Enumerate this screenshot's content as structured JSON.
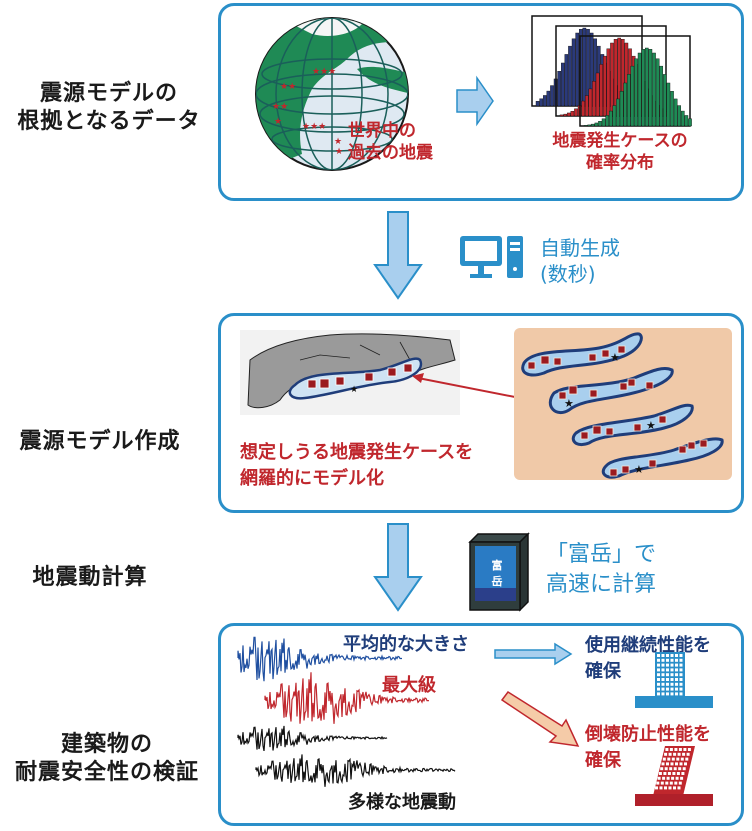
{
  "steps": [
    {
      "label_lines": [
        "震源モデルの",
        "根拠となるデータ"
      ]
    },
    {
      "label_lines": [
        "震源モデル作成"
      ]
    },
    {
      "label_lines": [
        "地震動計算"
      ]
    },
    {
      "label_lines": [
        "建築物の",
        "耐震安全性の検証"
      ]
    }
  ],
  "panel1": {
    "globe_caption": [
      "世界中の",
      "過去の地震"
    ],
    "histogram_caption": [
      "地震発生ケースの",
      "確率分布"
    ]
  },
  "transition1": {
    "icon": "computer-icon",
    "text_lines": [
      "自動生成",
      "(数秒)"
    ]
  },
  "panel2": {
    "caption": [
      "想定しうる地震発生ケースを",
      "網羅的にモデル化"
    ]
  },
  "transition2": {
    "icon": "supercomputer-icon",
    "icon_label": [
      "富",
      "岳"
    ],
    "text_lines": [
      "「富岳」で",
      "高速に計算"
    ]
  },
  "panel3": {
    "wave_average_label": "平均的な大きさ",
    "wave_max_label": "最大級",
    "wave_diverse_label": "多様な地震動",
    "outcome_serviceability": [
      "使用継続性能を",
      "確保"
    ],
    "outcome_collapse": [
      "倒壊防止性能を",
      "確保"
    ]
  },
  "colors": {
    "panel_border": "#2a8fc9",
    "arrow_fill": "#a9cfee",
    "caption_red": "#c0272d",
    "accent_blue": "#2a8fc9",
    "navy": "#1f3d7a",
    "globe_green": "#1f8a55",
    "map_bg": "#f0c9a8"
  }
}
